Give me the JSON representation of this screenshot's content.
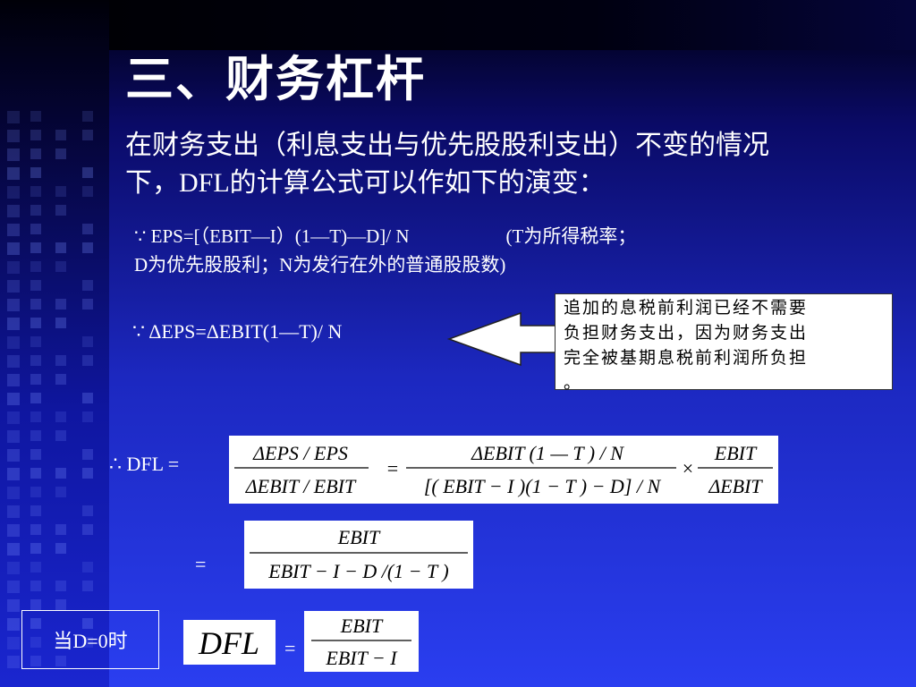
{
  "title": "三、财务杠杆",
  "intro_line1": "在财务支出（利息支出与优先股股利支出）不变的情况",
  "intro_line2": "下，DFL的计算公式可以作如下的演变：",
  "eps_line1_a": "∵ EPS=[（EBIT—I）(1—T)—D]/ N",
  "eps_line1_b": "(T为所得税率；",
  "eps_line2": "D为优先股股利；N为发行在外的普通股股数)",
  "delta_eps": "∵ ΔEPS=ΔEBIT(1—T)/ N",
  "callout_lines": [
    "追加的息税前利润已经不需要",
    "负担财务支出，因为财务支出",
    "完全被基期息税前利润所负担",
    "。"
  ],
  "therefore_dfl": "∴ DFL =",
  "formula1": {
    "frac1_num": "ΔEPS / EPS",
    "frac1_den": "ΔEBIT / EBIT",
    "eq": "=",
    "frac2_num": "ΔEBIT (1 — T ) / N",
    "frac2_den": "[( EBIT − I )(1 − T ) − D] / N",
    "times": "×",
    "frac3_num": "EBIT",
    "frac3_den": "ΔEBIT"
  },
  "equals_sign": "=",
  "formula2": {
    "num": "EBIT",
    "den": "EBIT − I − D /(1 − T )"
  },
  "condition_box": "当D=0时",
  "dfl_symbol": "DFL",
  "equals_sign_3": "=",
  "formula3": {
    "num": "EBIT",
    "den": "EBIT − I"
  }
}
